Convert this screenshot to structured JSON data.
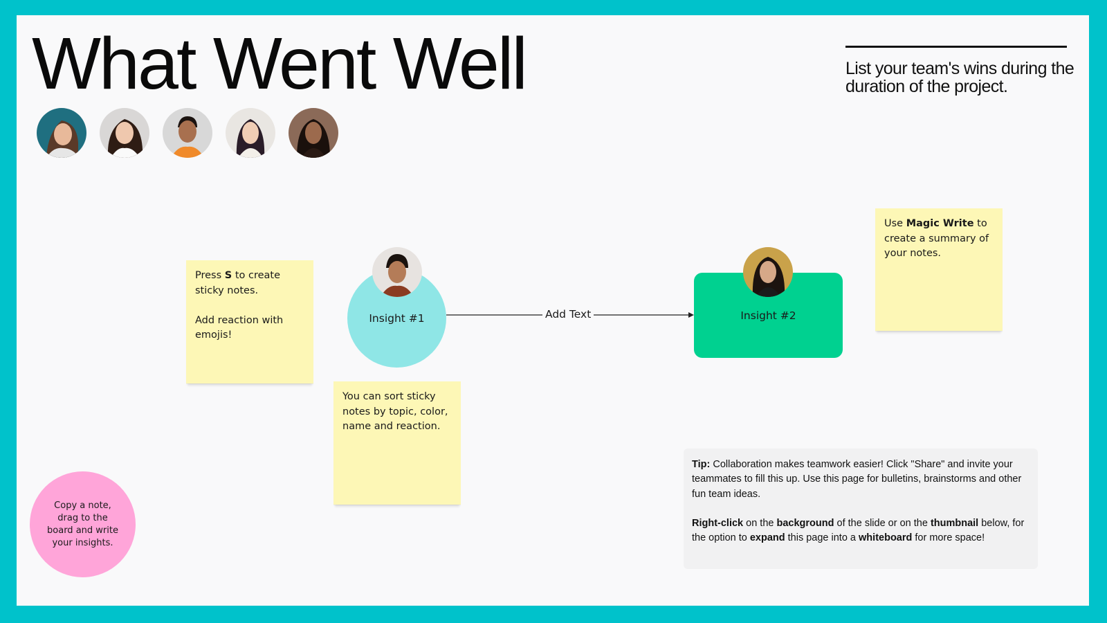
{
  "page": {
    "title": "What Went Well",
    "subtitle": "List your team's wins during the duration of the project."
  },
  "team_avatars": [
    {
      "name": "avatar-1",
      "icon": "person-photo-icon"
    },
    {
      "name": "avatar-2",
      "icon": "person-photo-icon"
    },
    {
      "name": "avatar-3",
      "icon": "person-photo-icon"
    },
    {
      "name": "avatar-4",
      "icon": "person-photo-icon"
    },
    {
      "name": "avatar-5",
      "icon": "person-photo-icon"
    }
  ],
  "stickies": {
    "press_s": {
      "line1_prefix": "Press ",
      "line1_bold": "S",
      "line1_suffix": " to create sticky notes.",
      "line2": "Add reaction with emojis!"
    },
    "sort": {
      "text": "You can sort sticky notes by topic, color, name and reaction."
    },
    "magic_write": {
      "prefix": "Use ",
      "bold": "Magic Write",
      "suffix": " to create a summary of your notes."
    }
  },
  "flow": {
    "insight1_label": "Insight #1",
    "insight2_label": "Insight #2",
    "connector_label": "Add Text"
  },
  "pink_note": {
    "text": "Copy a note, drag to the board and write your insights."
  },
  "tip": {
    "p1_bold": "Tip:",
    "p1_text": " Collaboration makes teamwork easier! Click \"Share\" and invite your teammates to fill this up. Use this page for bulletins, brainstorms and other fun team ideas.",
    "p2": [
      {
        "b": "Right-click"
      },
      {
        "t": " on the "
      },
      {
        "b": "background"
      },
      {
        "t": " of the slide or on the "
      },
      {
        "b": "thumbnail"
      },
      {
        "t": " below, for the option to "
      },
      {
        "b": "expand"
      },
      {
        "t": " this page into a "
      },
      {
        "b": "whiteboard"
      },
      {
        "t": " for more space!"
      }
    ]
  },
  "colors": {
    "frame": "#00C2CB",
    "board": "#f9f9fa",
    "sticky_yellow": "#fdf7b6",
    "insight1_cyan": "#8fe6e6",
    "insight2_green": "#00d190",
    "pink_note": "#ffa5d9",
    "tip_bg": "#f1f1f2"
  }
}
